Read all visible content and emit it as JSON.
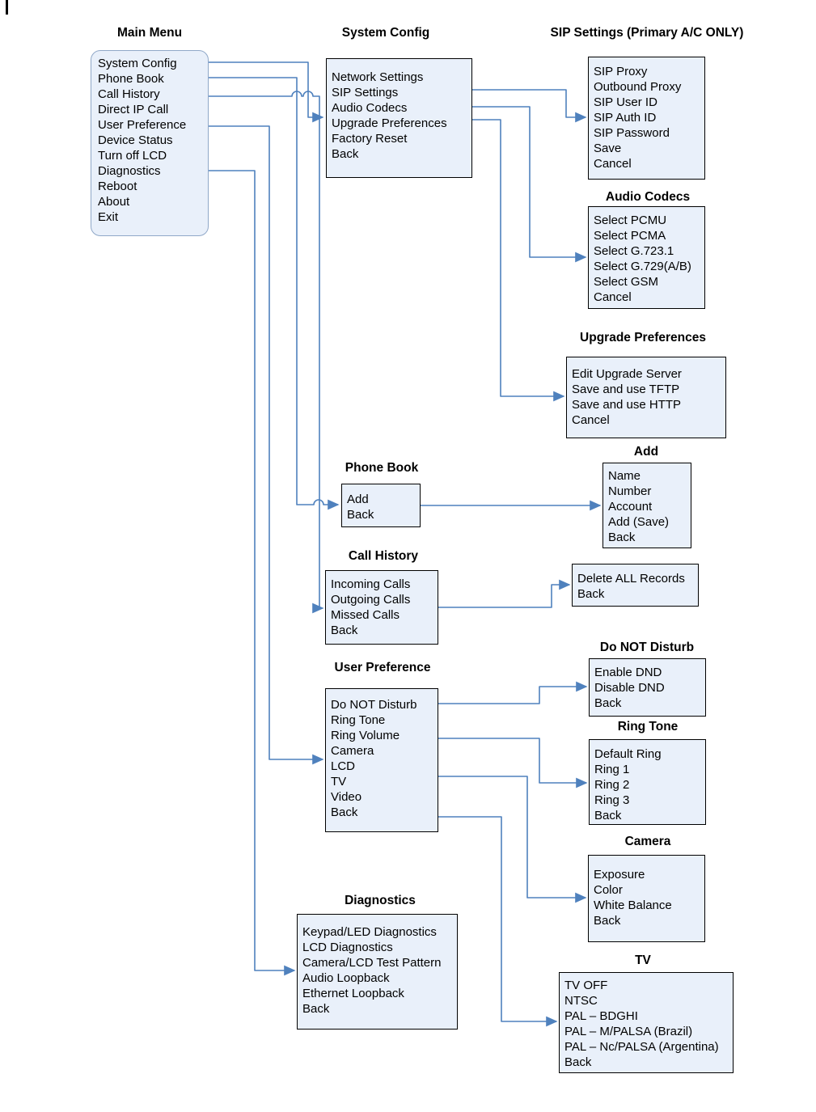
{
  "colors": {
    "line_color": "#4f81bd",
    "box_fill": "#e9f0fa",
    "box_border": "#000000",
    "menu_border": "#90a8c8",
    "text_color": "#000000",
    "page_bg": "#ffffff"
  },
  "boxes": {
    "main_menu": {
      "title": "Main Menu",
      "items": [
        "System Config",
        "Phone Book",
        "Call History",
        "Direct IP Call",
        "User Preference",
        "Device Status",
        "Turn off LCD",
        "Diagnostics",
        "Reboot",
        "About",
        "Exit"
      ]
    },
    "system_config": {
      "title": "System Config",
      "items": [
        "Network Settings",
        "SIP Settings",
        "Audio Codecs",
        "Upgrade Preferences",
        "Factory Reset",
        "Back"
      ]
    },
    "sip_settings": {
      "title": "SIP Settings (Primary A/C ONLY)",
      "items": [
        "SIP Proxy",
        "Outbound Proxy",
        "SIP User ID",
        "SIP Auth ID",
        "SIP Password",
        "Save",
        "Cancel"
      ]
    },
    "audio_codecs": {
      "title": "Audio Codecs",
      "items": [
        "Select PCMU",
        "Select PCMA",
        "Select G.723.1",
        "Select G.729(A/B)",
        "Select GSM",
        "Cancel"
      ]
    },
    "upgrade_preferences": {
      "title": "Upgrade Preferences",
      "items": [
        "Edit Upgrade Server",
        "Save and use TFTP",
        "Save and use HTTP",
        "Cancel"
      ]
    },
    "phone_book": {
      "title": "Phone Book",
      "items": [
        "Add",
        "Back"
      ]
    },
    "add": {
      "title": "Add",
      "items": [
        "Name",
        "Number",
        "Account",
        "Add (Save)",
        "Back"
      ]
    },
    "call_history": {
      "title": "Call History",
      "items": [
        "Incoming Calls",
        "Outgoing Calls",
        "Missed Calls",
        "Back"
      ]
    },
    "delete_records": {
      "items": [
        "Delete ALL Records",
        "Back"
      ]
    },
    "do_not_disturb": {
      "title": "Do NOT Disturb",
      "items": [
        "Enable DND",
        "Disable DND",
        "Back"
      ]
    },
    "ring_tone": {
      "title": "Ring Tone",
      "items": [
        "Default Ring",
        "Ring 1",
        "Ring 2",
        "Ring 3",
        "Back"
      ]
    },
    "user_preference": {
      "title": "User Preference",
      "items": [
        "Do NOT Disturb",
        "Ring Tone",
        "Ring Volume",
        "Camera",
        "LCD",
        "TV",
        "Video",
        "Back"
      ]
    },
    "camera": {
      "title": "Camera",
      "items": [
        "Exposure",
        "Color",
        "White Balance",
        "Back"
      ]
    },
    "tv": {
      "title": "TV",
      "items": [
        "TV OFF",
        "NTSC",
        "PAL – BDGHI",
        "PAL – M/PALSA (Brazil)",
        "PAL – Nc/PALSA (Argentina)",
        "Back"
      ]
    },
    "diagnostics": {
      "title": "Diagnostics",
      "items": [
        "Keypad/LED Diagnostics",
        "LCD Diagnostics",
        "Camera/LCD Test Pattern",
        "Audio Loopback",
        "Ethernet Loopback",
        "Back"
      ]
    }
  }
}
